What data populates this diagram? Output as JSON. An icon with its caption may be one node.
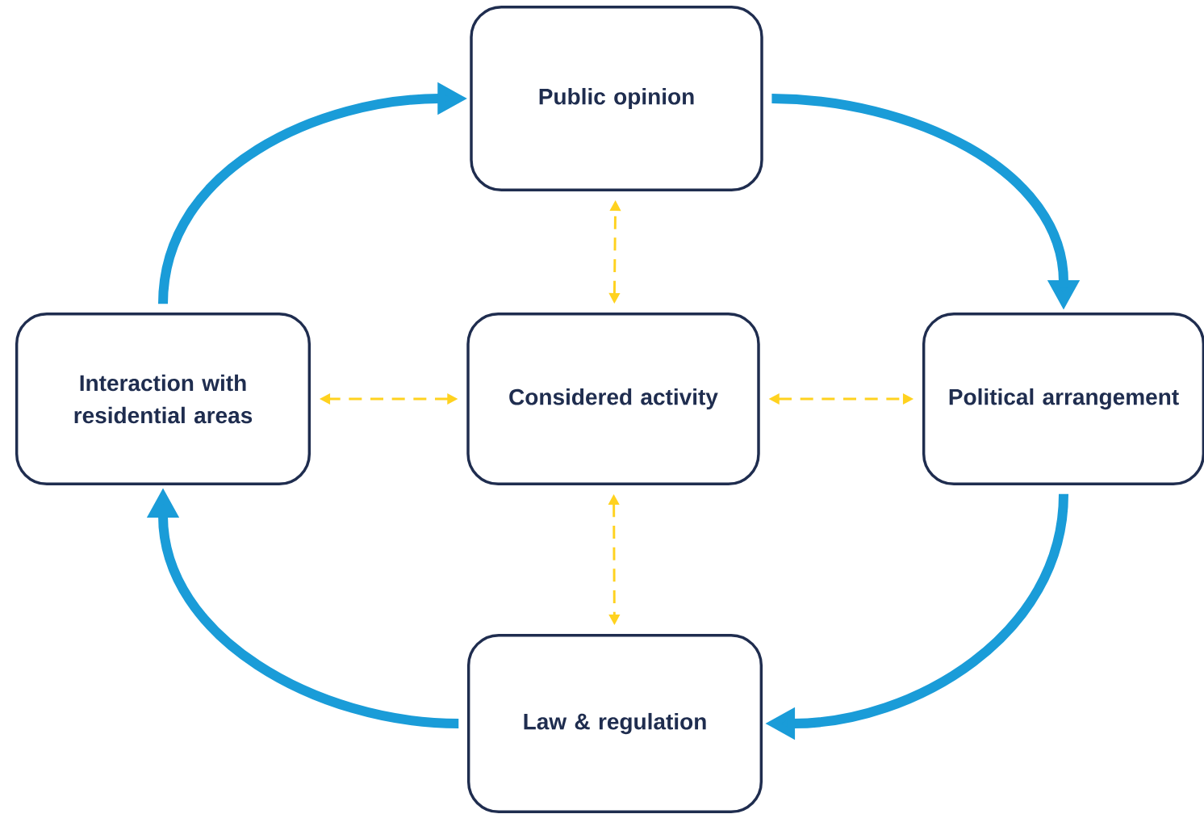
{
  "diagram": {
    "nodes": [
      {
        "text": [
          "Public opinion"
        ]
      },
      {
        "text": [
          "Interaction with residential areas"
        ]
      },
      {
        "text": [
          "Considered activity"
        ]
      },
      {
        "text": [
          "Political arrangement"
        ]
      },
      {
        "text": [
          "Law & regulation"
        ]
      }
    ],
    "edges": [
      {
        "from": 0,
        "to": 3,
        "arrow": "to",
        "style": "thick"
      },
      {
        "from": 3,
        "to": 4,
        "arrow": "to",
        "style": "thick"
      },
      {
        "from": 4,
        "to": 1,
        "arrow": "to",
        "style": "thick"
      },
      {
        "from": 1,
        "to": 0,
        "arrow": "to",
        "style": "thick"
      },
      {
        "from": 2,
        "to": 0,
        "arrow": "both",
        "style": "dashed",
        "color": "#ffd21f"
      },
      {
        "from": 2,
        "to": 1,
        "arrow": "both",
        "style": "dashed",
        "color": "#ffd21f"
      },
      {
        "from": 2,
        "to": 3,
        "arrow": "both",
        "style": "dashed",
        "color": "#ffd21f"
      },
      {
        "from": 2,
        "to": 4,
        "arrow": "both",
        "style": "dashed",
        "color": "#ffd21f"
      }
    ]
  }
}
